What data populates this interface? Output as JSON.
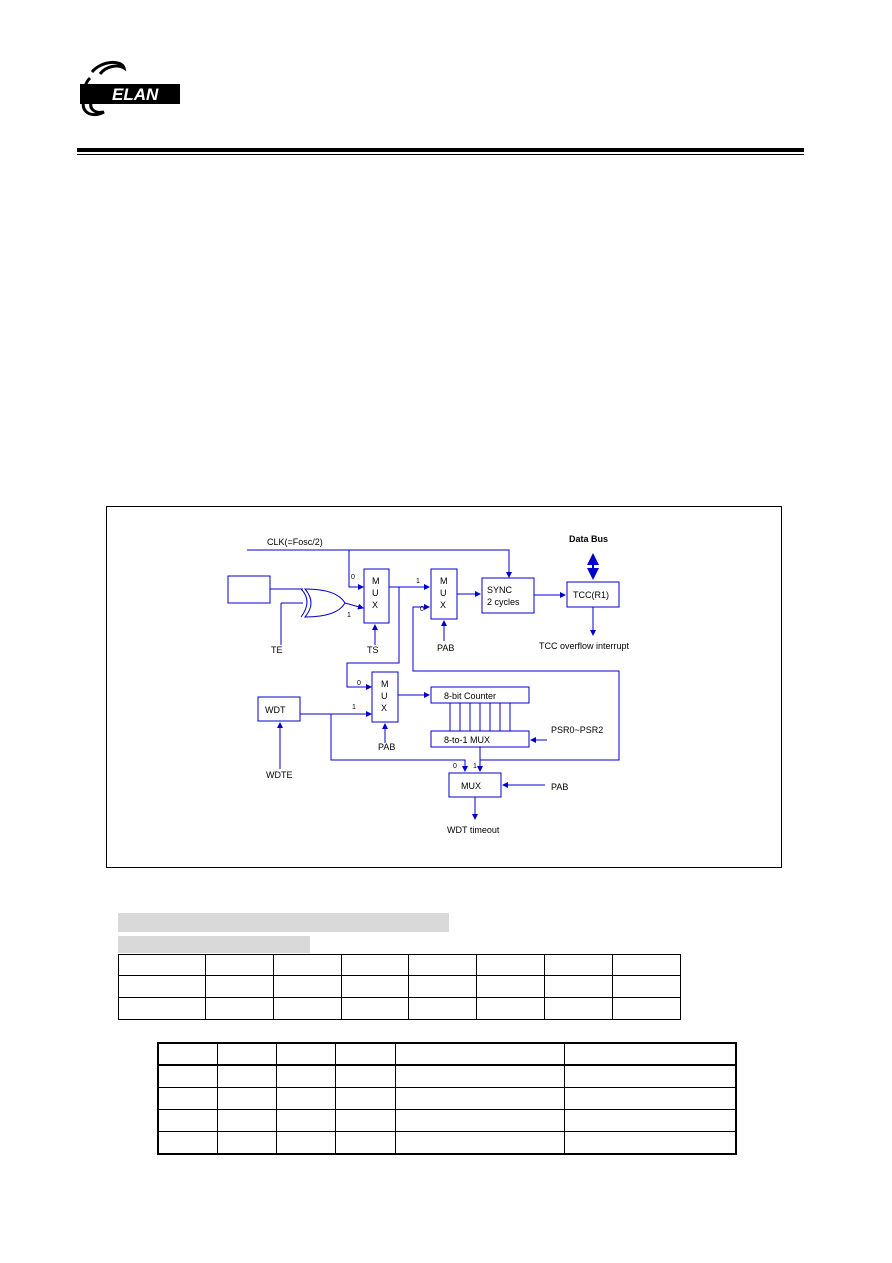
{
  "header": {
    "logo_text": "ELAN"
  },
  "diagram": {
    "clk_label": "CLK(=Fosc/2)",
    "data_bus_label": "Data Bus",
    "mux_letters": [
      "M",
      "U",
      "X"
    ],
    "sync_line1": "SYNC",
    "sync_line2": "2 cycles",
    "tcc_label": "TCC(R1)",
    "tcc_overflow_label": "TCC overflow interrupt",
    "te_label": "TE",
    "ts_label": "TS",
    "pab_label": "PAB",
    "wdt_label": "WDT",
    "wdte_label": "WDTE",
    "counter_label": "8-bit Counter",
    "mux8_label": "8-to-1 MUX",
    "psr_label": "PSR0~PSR2",
    "mux_label": "MUX",
    "wdt_timeout_label": "WDT timeout",
    "input0": "0",
    "input1": "1"
  },
  "table1": {
    "rows": 3,
    "cols": 8
  },
  "table2": {
    "rows": 5,
    "cols": 6
  }
}
